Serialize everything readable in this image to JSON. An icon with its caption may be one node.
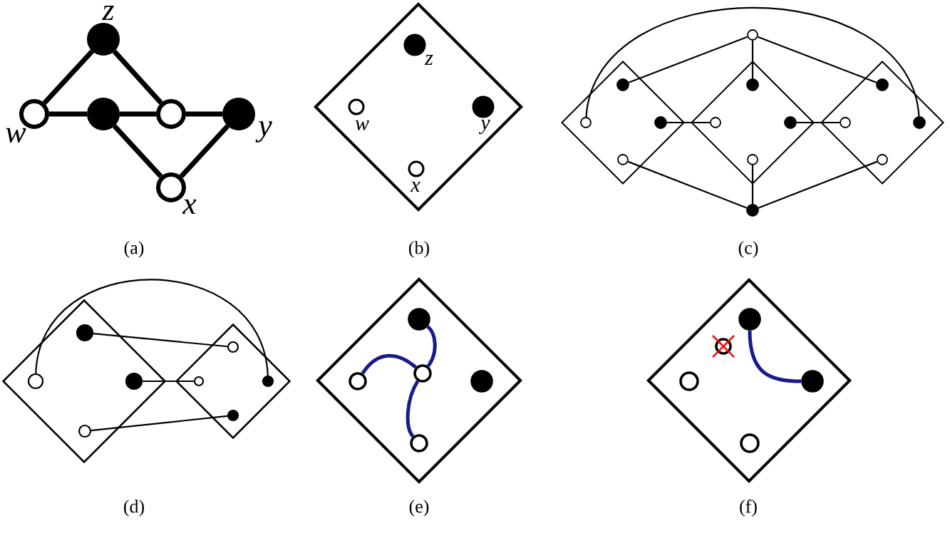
{
  "diagram": {
    "nodes": [
      {
        "text": [],
        "shape": "circle",
        "beside": [
          "z"
        ]
      },
      {
        "text": [],
        "shape": "circle",
        "beside": [
          "w"
        ]
      },
      {
        "text": [],
        "shape": "circle"
      },
      {
        "text": [],
        "shape": "circle"
      },
      {
        "text": [],
        "shape": "circle",
        "beside": [
          "y"
        ]
      },
      {
        "text": [],
        "shape": "circle",
        "beside": [
          "x"
        ]
      },
      {
        "text": [],
        "shape": "diamond"
      },
      {
        "text": [],
        "shape": "circle",
        "beside": [
          "z"
        ],
        "in": 6
      },
      {
        "text": [],
        "shape": "circle",
        "beside": [
          "w"
        ],
        "in": 6
      },
      {
        "text": [],
        "shape": "circle",
        "beside": [
          "y"
        ],
        "in": 6
      },
      {
        "text": [],
        "shape": "circle",
        "beside": [
          "x"
        ],
        "in": 6
      },
      {
        "text": [],
        "shape": "diamond"
      },
      {
        "text": [],
        "shape": "diamond"
      },
      {
        "text": [],
        "shape": "diamond"
      },
      {
        "text": [],
        "shape": "circle"
      },
      {
        "text": [],
        "shape": "circle",
        "in": 11
      },
      {
        "text": [],
        "shape": "circle",
        "in": 12
      },
      {
        "text": [],
        "shape": "circle",
        "in": 13
      },
      {
        "text": [],
        "shape": "circle",
        "in": 11
      },
      {
        "text": [],
        "shape": "circle",
        "in": 11
      },
      {
        "text": [],
        "shape": "circle",
        "in": 12
      },
      {
        "text": [],
        "shape": "circle",
        "in": 12
      },
      {
        "text": [],
        "shape": "circle",
        "in": 13
      },
      {
        "text": [],
        "shape": "circle",
        "in": 13
      },
      {
        "text": [],
        "shape": "circle",
        "in": 11
      },
      {
        "text": [],
        "shape": "circle",
        "in": 12
      },
      {
        "text": [],
        "shape": "circle",
        "in": 13
      },
      {
        "text": [],
        "shape": "circle"
      },
      {
        "text": [],
        "shape": "diamond"
      },
      {
        "text": [],
        "shape": "diamond"
      },
      {
        "text": [],
        "shape": "circle",
        "in": 28
      },
      {
        "text": [],
        "shape": "circle",
        "in": 28
      },
      {
        "text": [],
        "shape": "circle",
        "in": 29
      },
      {
        "text": [],
        "shape": "circle",
        "in": 28
      },
      {
        "text": [],
        "shape": "circle",
        "in": 29
      },
      {
        "text": [],
        "shape": "circle",
        "in": 29
      },
      {
        "text": [],
        "shape": "circle",
        "in": 29
      },
      {
        "text": [],
        "shape": "circle",
        "in": 28
      },
      {
        "text": [],
        "shape": "diamond"
      },
      {
        "text": [],
        "shape": "circle",
        "in": 38
      },
      {
        "text": [],
        "shape": "circle",
        "in": 38
      },
      {
        "text": [],
        "shape": "circle",
        "in": 38
      },
      {
        "text": [],
        "shape": "circle",
        "in": 38
      },
      {
        "text": [],
        "shape": "circle",
        "in": 38
      },
      {
        "text": [],
        "shape": "diamond"
      },
      {
        "text": [],
        "shape": "circle",
        "in": 44
      },
      {
        "text": [],
        "shape": "circle",
        "in": 44
      },
      {
        "text": [],
        "shape": "circle",
        "in": 44
      },
      {
        "text": [],
        "shape": "circle",
        "in": 44
      },
      {
        "text": [],
        "shape": "circle",
        "in": 44
      }
    ],
    "edges": [
      {
        "from": 0,
        "to": 1,
        "arrow": "none",
        "style": "thick"
      },
      {
        "from": 0,
        "to": 3,
        "arrow": "none",
        "style": "thick"
      },
      {
        "from": 1,
        "to": 2,
        "arrow": "none",
        "style": "thick"
      },
      {
        "from": 2,
        "to": 3,
        "arrow": "none",
        "style": "thick"
      },
      {
        "from": 3,
        "to": 4,
        "arrow": "none",
        "style": "thick"
      },
      {
        "from": 2,
        "to": 5,
        "arrow": "none",
        "style": "thick"
      },
      {
        "from": 5,
        "to": 4,
        "arrow": "none",
        "style": "thick"
      },
      {
        "from": 14,
        "to": 15,
        "arrow": "none"
      },
      {
        "from": 14,
        "to": 16,
        "arrow": "none"
      },
      {
        "from": 14,
        "to": 17,
        "arrow": "none"
      },
      {
        "from": 18,
        "to": 23,
        "arrow": "none"
      },
      {
        "from": 19,
        "to": 20,
        "arrow": "none"
      },
      {
        "from": 21,
        "to": 22,
        "arrow": "none"
      },
      {
        "from": 27,
        "to": 24,
        "arrow": "none"
      },
      {
        "from": 27,
        "to": 25,
        "arrow": "none"
      },
      {
        "from": 27,
        "to": 26,
        "arrow": "none"
      },
      {
        "from": 30,
        "to": 35,
        "arrow": "none"
      },
      {
        "from": 31,
        "to": 32,
        "arrow": "none"
      },
      {
        "from": 33,
        "to": 34,
        "arrow": "none"
      },
      {
        "from": 37,
        "to": 36,
        "arrow": "none"
      },
      {
        "from": 41,
        "to": 39,
        "arrow": "none",
        "style": "thick",
        "color": "#1a1a8c"
      },
      {
        "from": 41,
        "to": 40,
        "arrow": "none",
        "style": "thick",
        "color": "#1a1a8c"
      },
      {
        "from": 41,
        "to": 43,
        "arrow": "none",
        "style": "thick",
        "color": "#1a1a8c"
      },
      {
        "from": 45,
        "to": 48,
        "arrow": "none",
        "style": "thick",
        "color": "#1a1a8c"
      }
    ],
    "labels": [
      "(a)",
      "(b)",
      "(c)",
      "(d)",
      "(e)",
      "(f)"
    ]
  }
}
